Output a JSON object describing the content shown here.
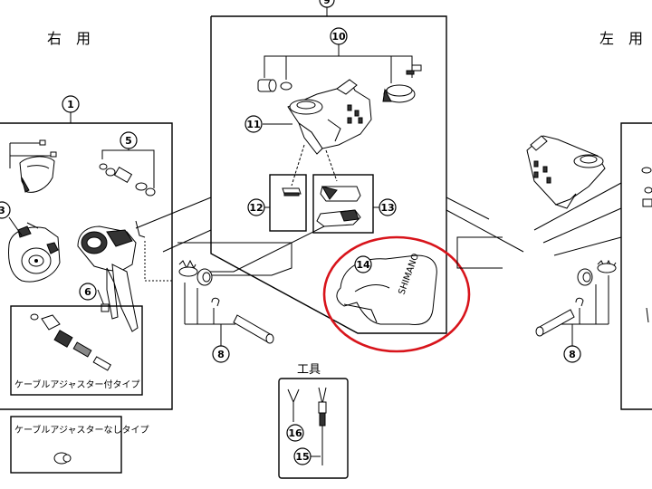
{
  "labels": {
    "right_use": "右　用",
    "left_use": "左　用",
    "tools": "工具",
    "adjuster_type": "ケーブルアジャスター付タイプ",
    "no_adjuster_type": "ケーブルアジャスターなしタイプ"
  },
  "callouts": {
    "c1": "1",
    "c3": "3",
    "c5": "5",
    "c6": "6",
    "c8a": "8",
    "c8b": "8",
    "c9": "9",
    "c10": "10",
    "c11": "11",
    "c12": "12",
    "c13": "13",
    "c14": "14",
    "c15": "15",
    "c16": "16"
  },
  "highlight_color": "#d8141b"
}
